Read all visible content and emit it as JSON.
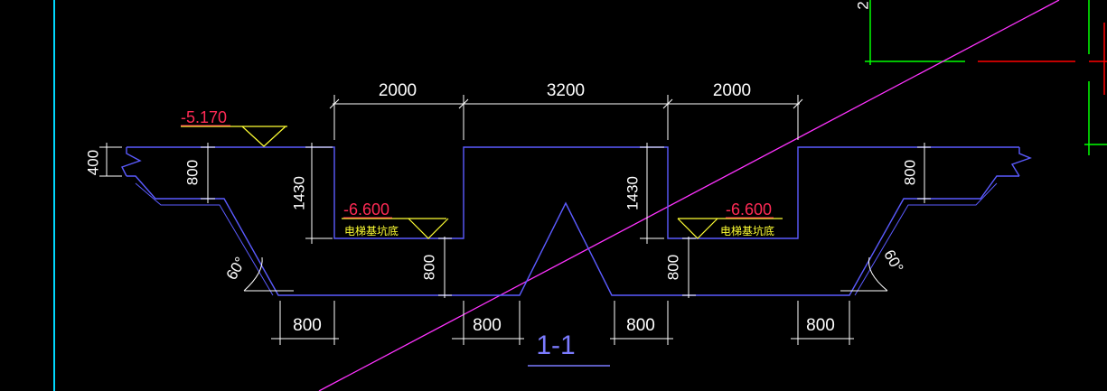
{
  "drawing": {
    "title": "1-1",
    "top_dims": [
      "2000",
      "3200",
      "2000"
    ],
    "bottom_dims": [
      "800",
      "800",
      "800",
      "800"
    ],
    "vertical_dims": {
      "left_400": "400",
      "left_800": "800",
      "left_1430": "1430",
      "pit_left_800": "800",
      "right_1430": "1430",
      "pit_right_800": "800",
      "right_800": "800"
    },
    "elevations": {
      "top_left": "-5.170",
      "pit_left": "-6.600",
      "pit_right": "-6.600"
    },
    "pit_labels": {
      "left": "电梯基坑底",
      "right": "电梯基坑底"
    },
    "angles": {
      "left": "60°",
      "right": "60°"
    },
    "corner_dim": "2"
  },
  "colors": {
    "background": "#000000",
    "outline": "#5555ff",
    "dimension": "#ffffff",
    "elevation": "#ff2a55",
    "note": "#ffff33",
    "diagonal": "#ff33ff",
    "border": "#00ffff",
    "axis_green": "#00ff00",
    "axis_red": "#ff0000"
  }
}
